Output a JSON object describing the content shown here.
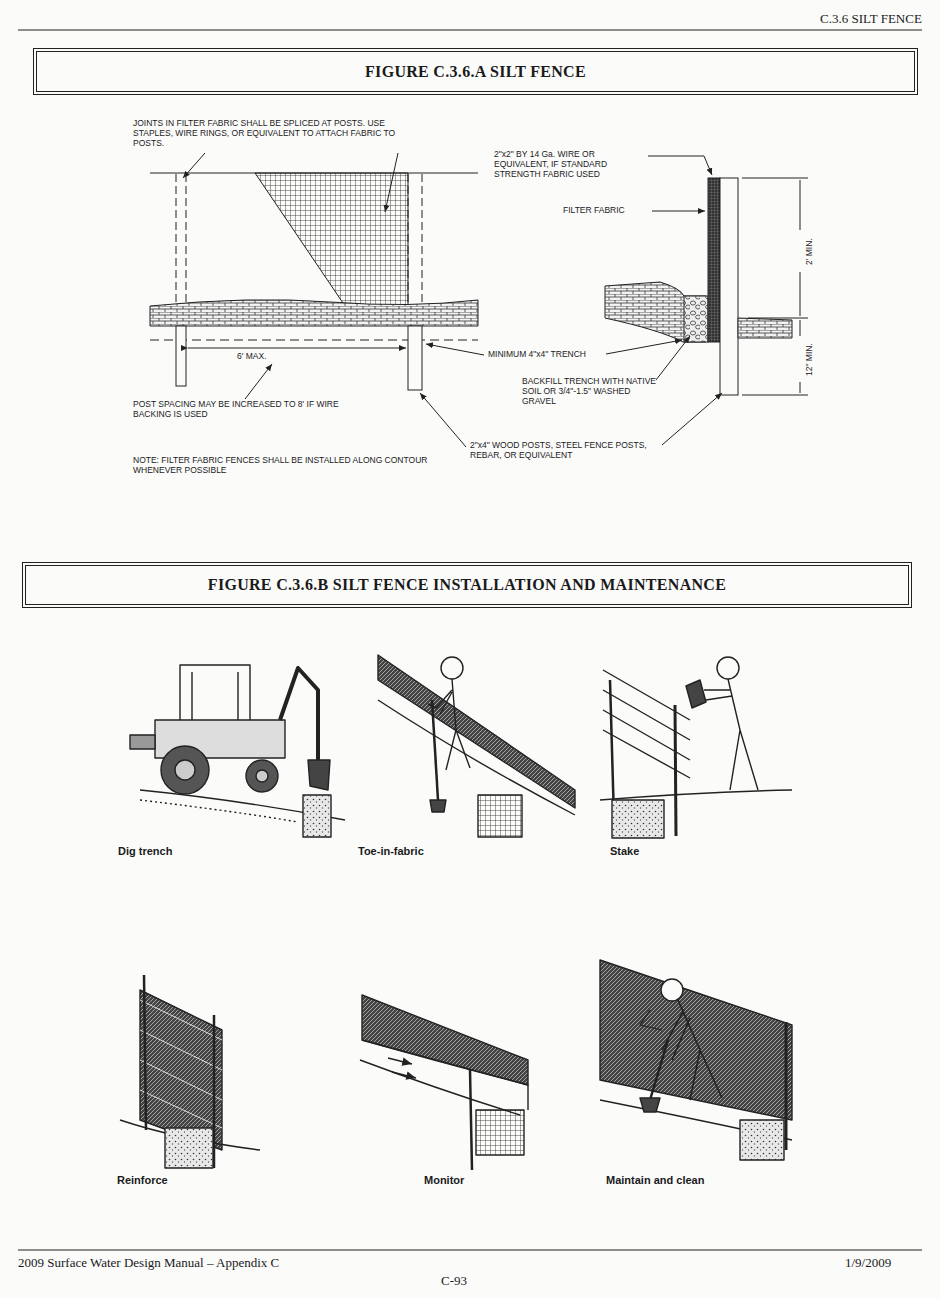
{
  "diagram": {
    "nodes": [
      {
        "text": [
          "FIGURE C.3.6.A  SILT FENCE"
        ]
      },
      {
        "text": [
          "FIGURE C.3.6.B   SILT FENCE INSTALLATION AND MAINTENANCE"
        ]
      }
    ],
    "labels": [
      "C.3.6  SILT FENCE",
      "JOINTS IN FILTER FABRIC SHALL BE SPLICED AT POSTS. USE STAPLES, WIRE RINGS, OR EQUIVALENT TO ATTACH FABRIC TO POSTS.",
      "2\"x2\" BY 14 Ga. WIRE OR EQUIVALENT, IF STANDARD STRENGTH FABRIC USED",
      "FILTER FABRIC",
      "2' MIN.",
      "12\" MIN.",
      "6' MAX.",
      "MINIMUM 4\"x4\" TRENCH",
      "BACKFILL TRENCH WITH NATIVE SOIL OR 3/4\"-1.5\" WASHED GRAVEL",
      "POST SPACING MAY BE INCREASED TO 8' IF WIRE BACKING IS USED",
      "NOTE: FILTER FABRIC FENCES SHALL BE INSTALLED ALONG CONTOUR WHENEVER POSSIBLE",
      "2\"x4\" WOOD POSTS, STEEL FENCE POSTS, REBAR, OR EQUIVALENT",
      "Dig trench",
      "Toe-in-fabric",
      "Stake",
      "Reinforce",
      "Monitor",
      "Maintain and clean",
      "2009 Surface Water Design Manual – Appendix C",
      "C-93",
      "1/9/2009"
    ]
  }
}
